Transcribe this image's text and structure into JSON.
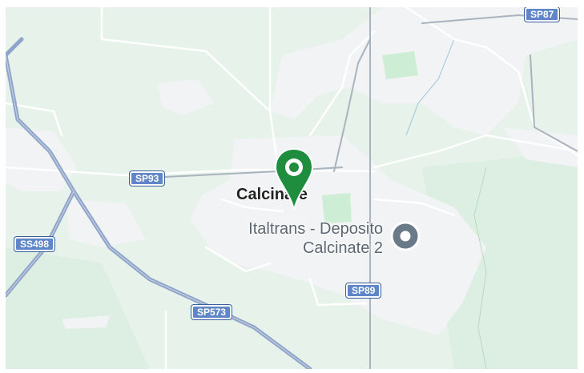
{
  "map": {
    "town": "Calcinate",
    "poi": {
      "line1": "Italtrans - Deposito",
      "line2": "Calcinate 2",
      "icon": "location-dot-icon"
    },
    "pin": {
      "icon": "map-pin-icon",
      "color": "#1e8e3e"
    },
    "road_shields": [
      {
        "label": "SP87"
      },
      {
        "label": "SP93"
      },
      {
        "label": "SS498"
      },
      {
        "label": "SP89"
      },
      {
        "label": "SP573"
      }
    ],
    "colors": {
      "land": "#e6f2ea",
      "urban": "#f1f3f4",
      "park": "#cdeed5",
      "major_road": "#8fa4c9",
      "minor_road": "#ffffff",
      "shield": "#5f86c8"
    }
  }
}
